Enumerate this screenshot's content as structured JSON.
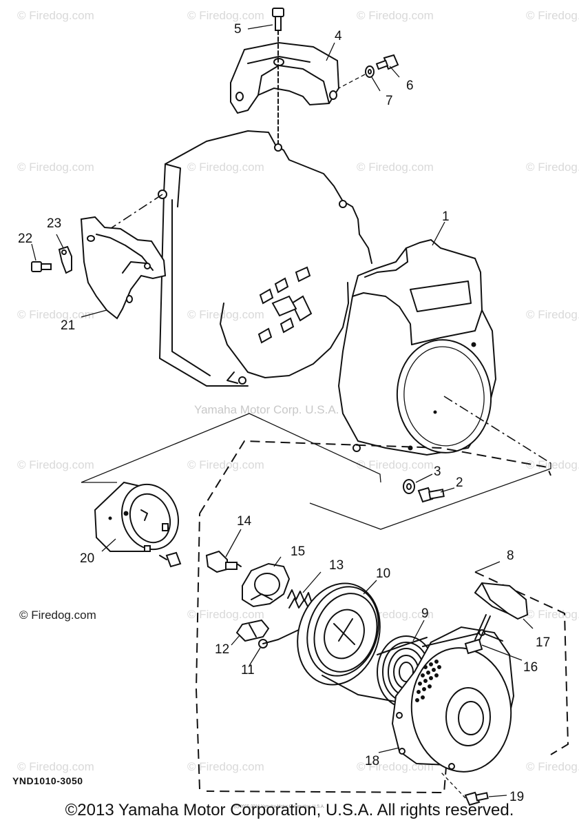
{
  "watermark": "© Firedog.com",
  "center_watermark": "Yamaha Motor Corp. U.S.A.",
  "firedog_label": "© Firedog.com",
  "diagram_code": "YND1010-3050",
  "small_copyright": "(c) 2005-2016 Yamaha Motor Corporation, U.S.A.",
  "copyright": "©2013 Yamaha Motor Corporation, U.S.A. All rights reserved.",
  "callouts": [
    "1",
    "2",
    "3",
    "4",
    "5",
    "6",
    "7",
    "8",
    "9",
    "10",
    "11",
    "12",
    "13",
    "14",
    "15",
    "16",
    "17",
    "18",
    "19",
    "20",
    "21",
    "22",
    "23"
  ]
}
